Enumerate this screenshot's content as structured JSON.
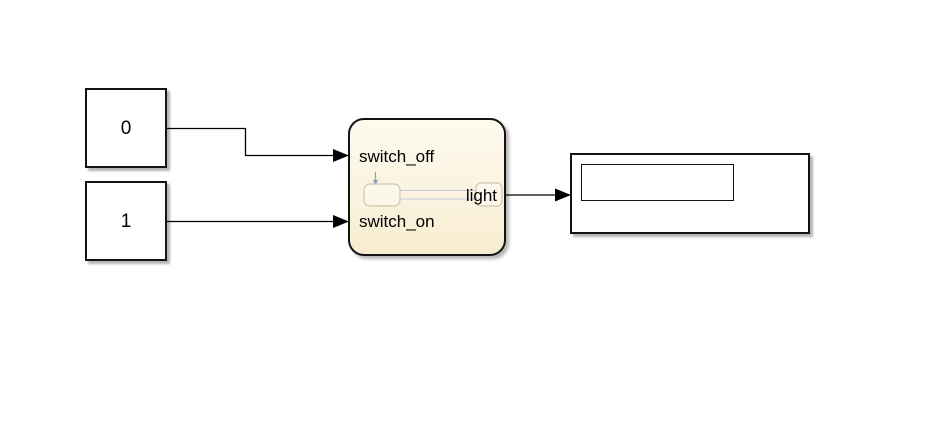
{
  "diagram": {
    "constant_blocks": [
      {
        "label": "0"
      },
      {
        "label": "1"
      }
    ],
    "chart_block": {
      "type": "stateflow-chart",
      "input_ports": [
        {
          "label": "switch_off"
        },
        {
          "label": "switch_on"
        }
      ],
      "output_ports": [
        {
          "label": "light"
        }
      ]
    },
    "display_block": {
      "value": ""
    }
  },
  "colors": {
    "chart_fill_top": "#fdfaee",
    "chart_fill_mid": "#fbf3e0",
    "chart_fill_bottom": "#f8ecd0",
    "wire": "#000000",
    "default_transition": "#8c9cc8",
    "mini_transition": "#c3cada",
    "mini_state_border": "#cfc6ad"
  }
}
